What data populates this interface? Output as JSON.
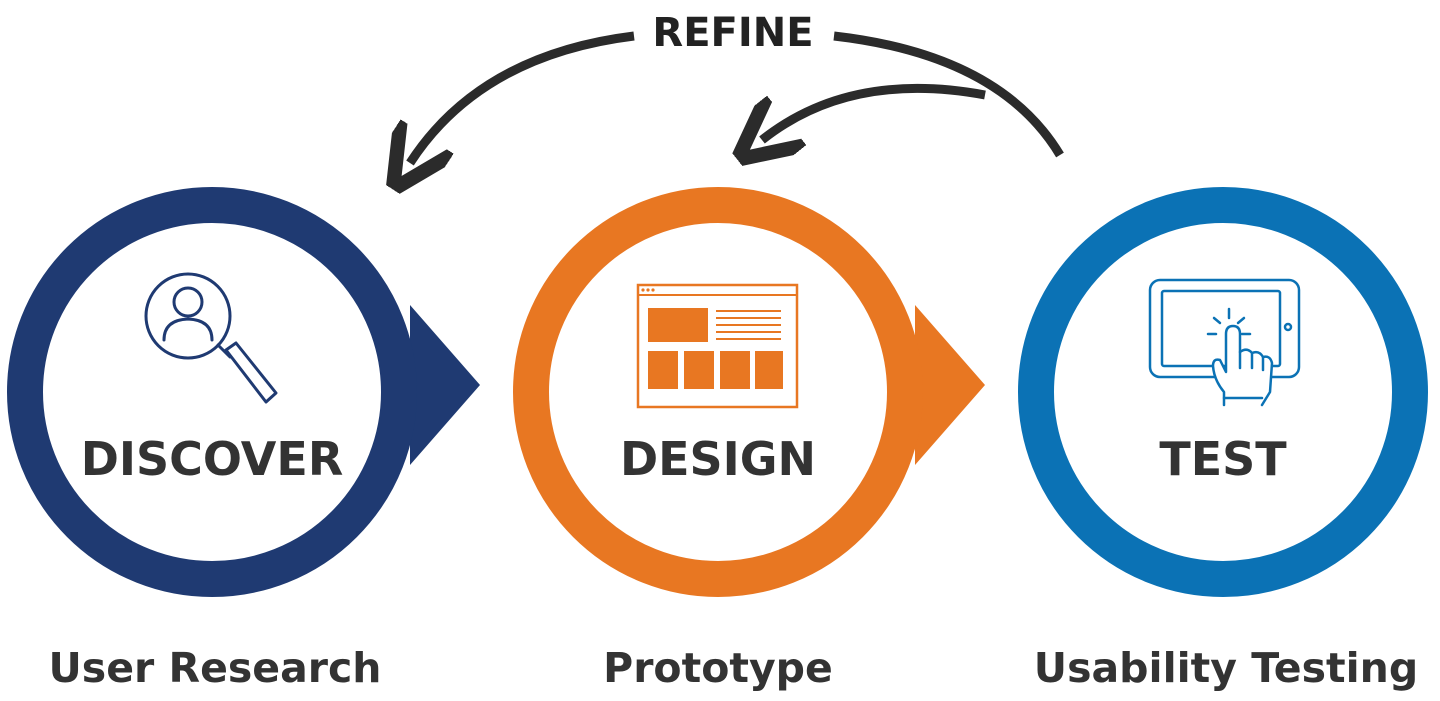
{
  "refine": {
    "label": "REFINE"
  },
  "stages": [
    {
      "title": "DISCOVER",
      "caption": "User Research",
      "icon": "magnifier-user-icon",
      "color": "#1F3A72"
    },
    {
      "title": "DESIGN",
      "caption": "Prototype",
      "icon": "wireframe-layout-icon",
      "color": "#E87722"
    },
    {
      "title": "TEST",
      "caption": "Usability Testing",
      "icon": "tablet-touch-icon",
      "color": "#0B72B5"
    }
  ],
  "colors": {
    "text": "#333333",
    "arrow": "#2B2B2B",
    "background": "#FFFFFF"
  }
}
